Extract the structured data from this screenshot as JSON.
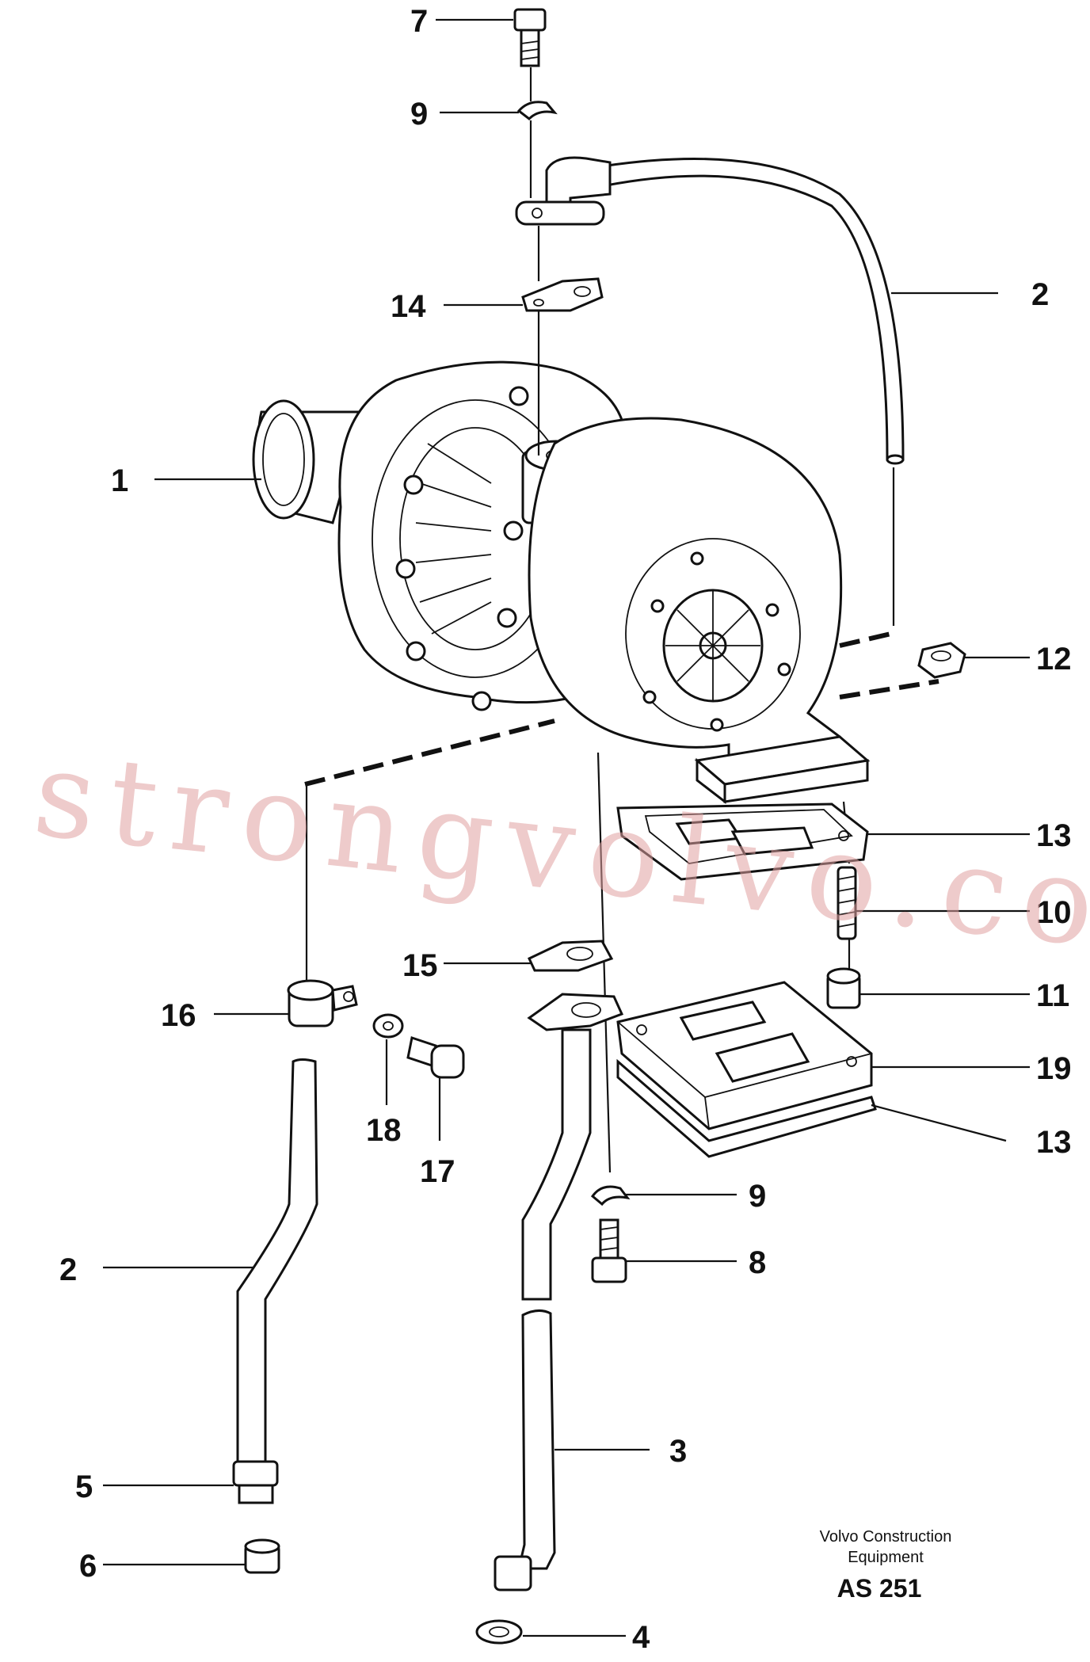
{
  "callouts": {
    "c7": "7",
    "c9a": "9",
    "c14": "14",
    "c2a": "2",
    "c1": "1",
    "c12": "12",
    "c13a": "13",
    "c10": "10",
    "c15": "15",
    "c11": "11",
    "c16": "16",
    "c19": "19",
    "c18": "18",
    "c13b": "13",
    "c17": "17",
    "c9b": "9",
    "c8": "8",
    "c2b": "2",
    "c3": "3",
    "c5": "5",
    "c6": "6",
    "c4": "4"
  },
  "caption": {
    "line1": "Volvo Construction",
    "line2": "Equipment",
    "code": "AS 251"
  },
  "watermark": "strongvolvo.com"
}
